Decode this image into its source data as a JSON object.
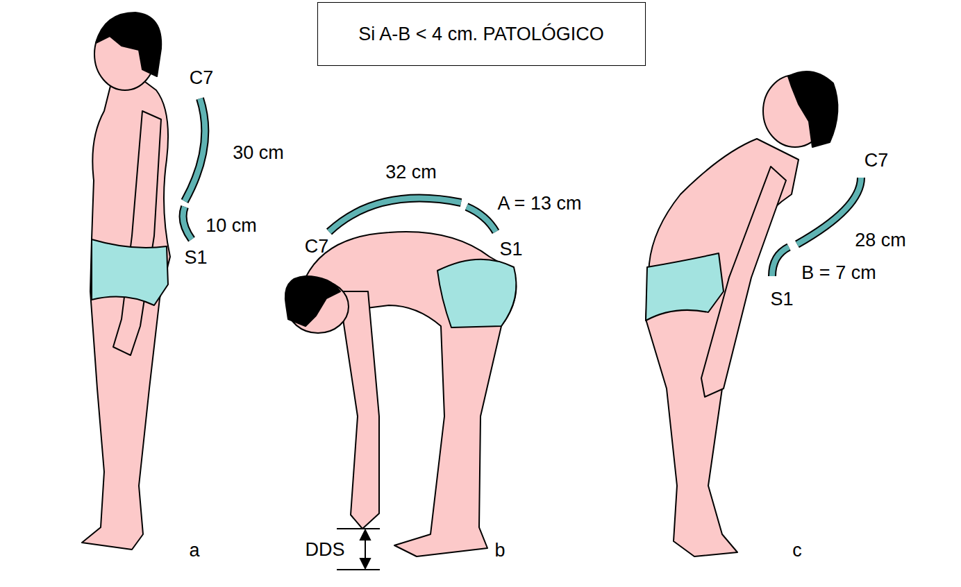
{
  "diagram": {
    "nodes": [
      {
        "text": [
          "Si A-B < 4 cm. PATOLÓGICO"
        ]
      }
    ],
    "labels": [
      "C7",
      "30 cm",
      "10 cm",
      "S1",
      "32 cm",
      "A = 13 cm",
      "C7",
      "S1",
      "DDS",
      "a",
      "b",
      "c",
      "C7",
      "28 cm",
      "B = 7 cm",
      "S1"
    ]
  }
}
